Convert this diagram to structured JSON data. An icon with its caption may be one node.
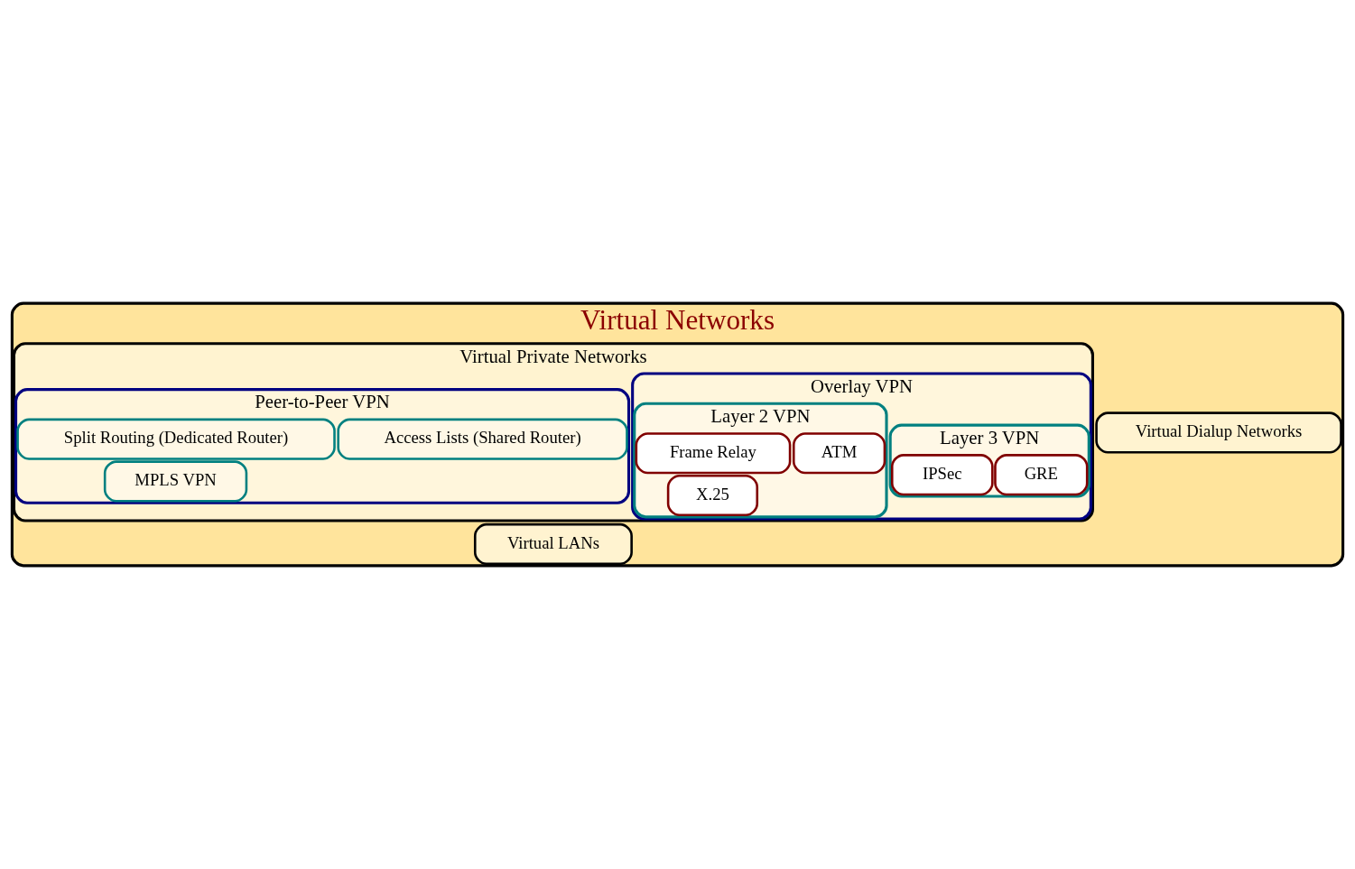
{
  "diagram": {
    "nodes": [
      {
        "text": [
          "Virtual Networks"
        ]
      },
      {
        "text": [
          "Virtual Private Networks"
        ],
        "in": 0
      },
      {
        "text": [
          "Virtual Dialup Networks"
        ],
        "in": 0
      },
      {
        "text": [
          "Virtual LANs"
        ],
        "in": 0
      },
      {
        "text": [
          "Overlay VPN"
        ],
        "in": 1
      },
      {
        "text": [
          "Layer 2 VPN"
        ],
        "in": 4
      },
      {
        "text": [
          "X.25"
        ],
        "in": 5
      },
      {
        "text": [
          "Frame Relay"
        ],
        "in": 5
      },
      {
        "text": [
          "ATM"
        ],
        "in": 5
      },
      {
        "text": [
          "Layer 3 VPN"
        ],
        "in": 4
      },
      {
        "text": [
          "GRE"
        ],
        "in": 9
      },
      {
        "text": [
          "IPSec"
        ],
        "in": 9
      },
      {
        "text": [
          "Peer-to-Peer VPN"
        ],
        "in": 1
      },
      {
        "text": [
          "Access Lists (Shared Router)"
        ],
        "in": 12
      },
      {
        "text": [
          "Split Routing (Dedicated Router)"
        ],
        "in": 12
      },
      {
        "text": [
          "MPLS VPN"
        ],
        "in": 12
      }
    ],
    "edges": []
  }
}
